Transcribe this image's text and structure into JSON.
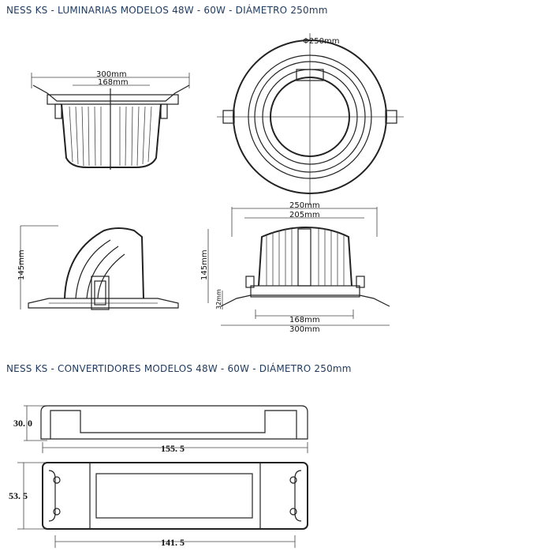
{
  "titles": {
    "luminarias": "NESS  KS  -  LUMINARIAS  MODELOS  48W - 60W   -   DIÁMETRO 250mm",
    "convertidores": "NESS  KS  -  CONVERTIDORES  MODELOS  48W - 60W   -   DIÁMETRO 250mm"
  },
  "dims": {
    "top_side_outer": "300mm",
    "top_side_inner": "168mm",
    "front_diameter": "Φ250mm",
    "side_height": "145mm",
    "bottom_outer_top": "250mm",
    "bottom_inner_top": "205mm",
    "bottom_height": "145mm",
    "bottom_lip": "32mm",
    "bottom_inner_bottom": "168mm",
    "bottom_outer_bottom": "300mm",
    "conv_height": "30. 0",
    "conv_length": "155. 5",
    "conv_width": "53. 5",
    "conv_mount": "141. 5"
  }
}
